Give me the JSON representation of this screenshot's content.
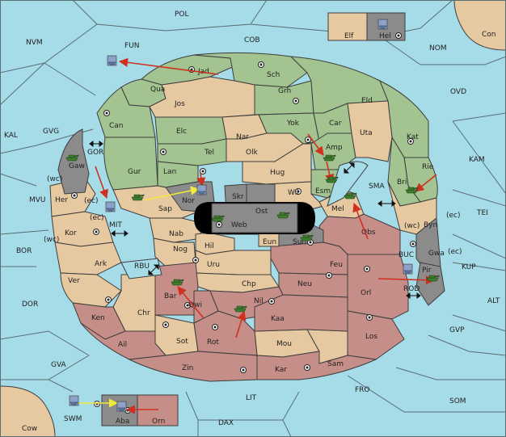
{
  "colors": {
    "sea": "#a6dbe8",
    "green_power": "#a3c490",
    "tan_power": "#e7c9a1",
    "rose_power": "#c68e88",
    "grey_power": "#8b8b8b",
    "order_arrow": "#d0301f",
    "support_arrow": "#f2ea3a"
  },
  "icons": {
    "army": "tank-icon",
    "fleet": "ship-icon",
    "supply_center": "supply-center-icon",
    "move": "move-arrow-icon",
    "adjacency": "double-arrow-icon"
  },
  "sea_labels": {
    "pol": "POL",
    "fun": "FUN",
    "cob": "COB",
    "nvm": "NVM",
    "nom": "NOM",
    "con": "Con",
    "ovd": "OVD",
    "kal": "KAL",
    "gvg": "GVG",
    "kam": "KAM",
    "gor": "GOR",
    "mvu": "MVU",
    "mit": "MIT",
    "sma": "SMA",
    "tei": "TEI",
    "bor": "BOR",
    "rbu": "RBU",
    "buc": "BUC",
    "kup": "KUP",
    "dor": "DOR",
    "rod": "ROD",
    "alt": "ALT",
    "gvp": "GVP",
    "gva": "GVA",
    "fro": "FRO",
    "lit": "LIT",
    "som": "SOM",
    "swm": "SWM",
    "dax": "DAX",
    "cow": "Cow"
  },
  "land_labels": {
    "elf": "Elf",
    "hel": "Hel",
    "jad": "Jad",
    "sch": "Sch",
    "qua": "Qua",
    "jos": "Jos",
    "grh": "Grh",
    "eld": "Eld",
    "can": "Can",
    "yok": "Yok",
    "car": "Car",
    "elc": "Elc",
    "nar": "Nar",
    "uta": "Uta",
    "kat": "Kat",
    "amp": "Amp",
    "tel": "Tel",
    "olk": "Olk",
    "gaw": "Gaw",
    "gur": "Gur",
    "lan": "Lan",
    "hug": "Hug",
    "rie": "Rie",
    "bri": "Bri",
    "esm": "Esm",
    "wil": "Wil",
    "her": "Her",
    "ec1": "(ec)",
    "wc1": "(wc)",
    "nor": "Nor",
    "skr": "Skr",
    "ost": "Ost",
    "mel": "Mel",
    "sap": "Sap",
    "web": "Web",
    "byn": "Byn",
    "ec2": "(ec)",
    "wc2": "(wc)",
    "kor": "Kor",
    "ec3": "(ec)",
    "wc3": "(wc)",
    "nab": "Nab",
    "eun": "Eun",
    "sun": "Sun",
    "obs": "Obs",
    "gwa": "Gwa",
    "ec4": "(ec)",
    "hil": "Hil",
    "ark": "Ark",
    "nog": "Nog",
    "uru": "Uru",
    "feu": "Feu",
    "pir": "Pir",
    "ver": "Ver",
    "chp": "Chp",
    "neu": "Neu",
    "orl": "Orl",
    "bar": "Bar",
    "qwi": "Qwi",
    "nil": "Nil",
    "ken": "Ken",
    "chr": "Chr",
    "kaa": "Kaa",
    "los": "Los",
    "ail": "Ail",
    "sot": "Sot",
    "rot": "Rot",
    "mou": "Mou",
    "zin": "Zin",
    "kar": "Kar",
    "sam": "Sam",
    "aba": "Aba",
    "orn": "Orn"
  }
}
